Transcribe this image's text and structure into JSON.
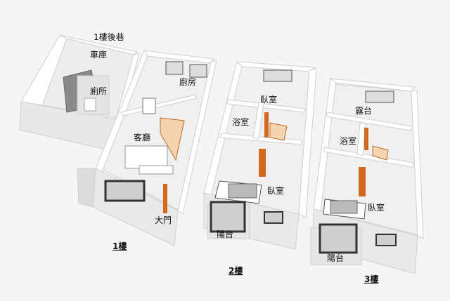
{
  "labels": {
    "back_alley": "1樓後巷",
    "garage": "車庫",
    "toilet": "廁所",
    "kitchen": "廚房",
    "living_room": "客廳",
    "main_door": "大門",
    "floor1": "1樓",
    "bedroom_2_top": "臥室",
    "bathroom_2": "浴室",
    "bedroom_2_bottom": "臥室",
    "balcony_2": "陽台",
    "floor2": "2樓",
    "terrace_3": "露台",
    "bathroom_3": "浴室",
    "bedroom_3": "臥室",
    "balcony_3": "陽台",
    "floor3": "3樓"
  },
  "colors": {
    "wall_top": "#ffffff",
    "wall_side": "#e6e6e6",
    "floor": "#f2f2f2",
    "door": "#d2691e",
    "window_frame": "#333333"
  }
}
